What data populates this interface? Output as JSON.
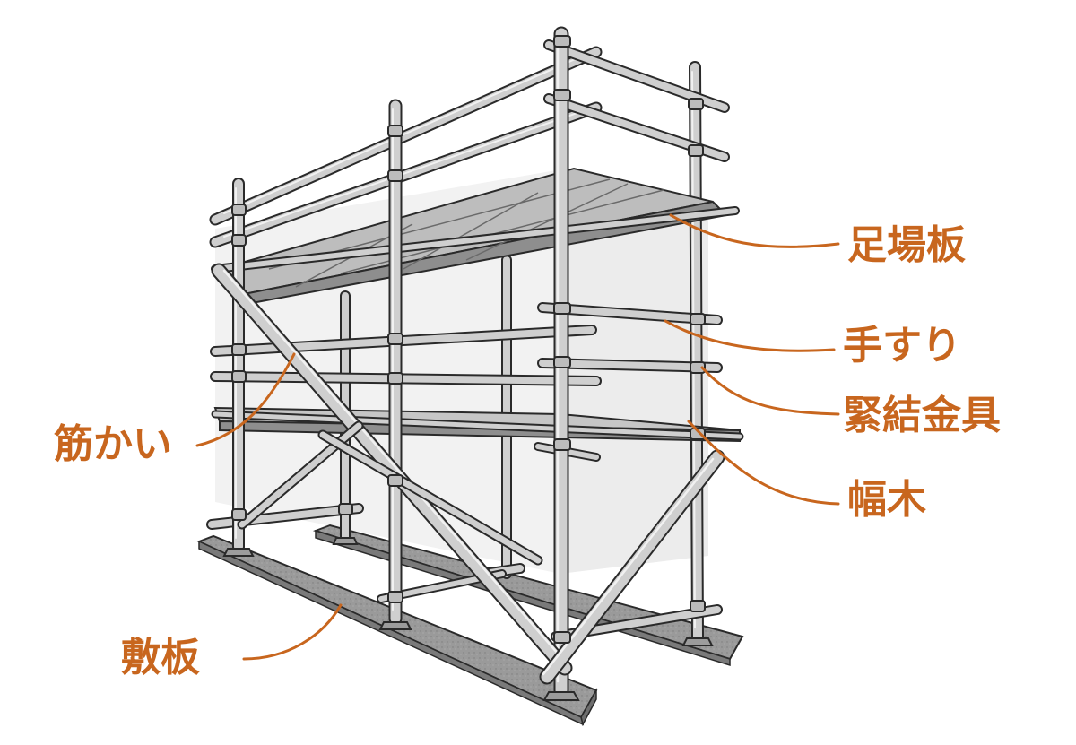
{
  "labels": {
    "scaffold_board": "足場板",
    "handrail": "手すり",
    "clamp": "緊結金具",
    "toe_board": "幅木",
    "brace": "筋かい",
    "base_plank": "敷板"
  },
  "colors": {
    "label": "#c8661e",
    "pipe_fill": "#cfcfcf",
    "outline": "#2a2a2a",
    "plank": "#9a9a9a",
    "wall_shade": "#e4e4e4"
  }
}
